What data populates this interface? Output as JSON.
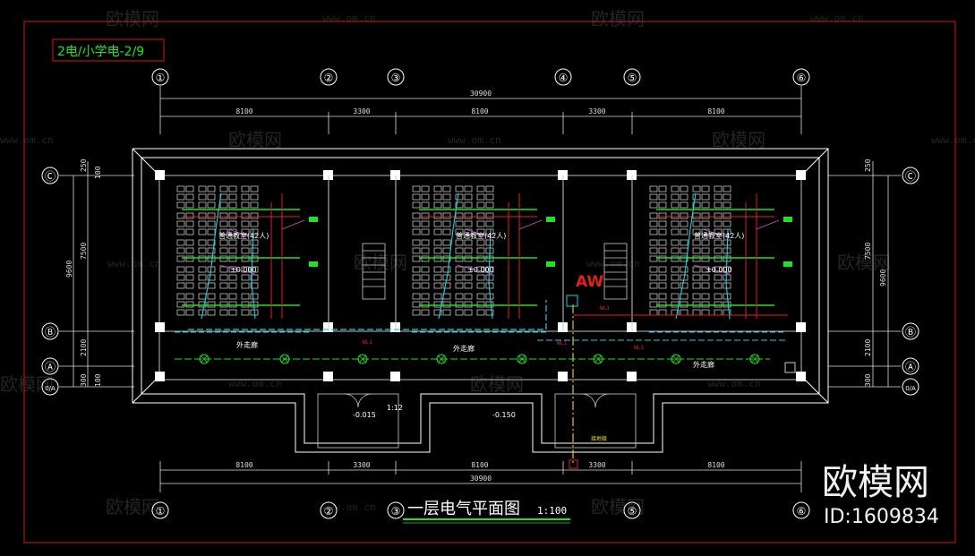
{
  "sheet": {
    "tag": "2电/小学电-2/9",
    "title": "一层电气平面图",
    "scale": "1:100"
  },
  "watermark": {
    "logo": "欧模网",
    "site": "www.om.cn",
    "id": "ID:1609834"
  },
  "axes": {
    "columns": [
      "①",
      "②",
      "③",
      "④",
      "⑤",
      "⑥"
    ],
    "rows": [
      "Ⓒ",
      "Ⓑ",
      "Ⓐ"
    ],
    "row_half": "0/A"
  },
  "dims": {
    "total": "30900",
    "spans": [
      "8100",
      "3300",
      "8100",
      "3300",
      "8100"
    ],
    "vert_total": "9600",
    "vert_spans": [
      "7500",
      "2100"
    ],
    "small": [
      "250",
      "100",
      "300",
      "100"
    ]
  },
  "rooms": {
    "classroom": "普通教室(42人)",
    "corridor": "外走廊",
    "elev": "±0.000",
    "elev_step1": "-0.015",
    "elev_step2": "-0.150",
    "ramp": "1:12",
    "panel": "AW",
    "wire_tag": "WL1",
    "ground": "接地极"
  }
}
